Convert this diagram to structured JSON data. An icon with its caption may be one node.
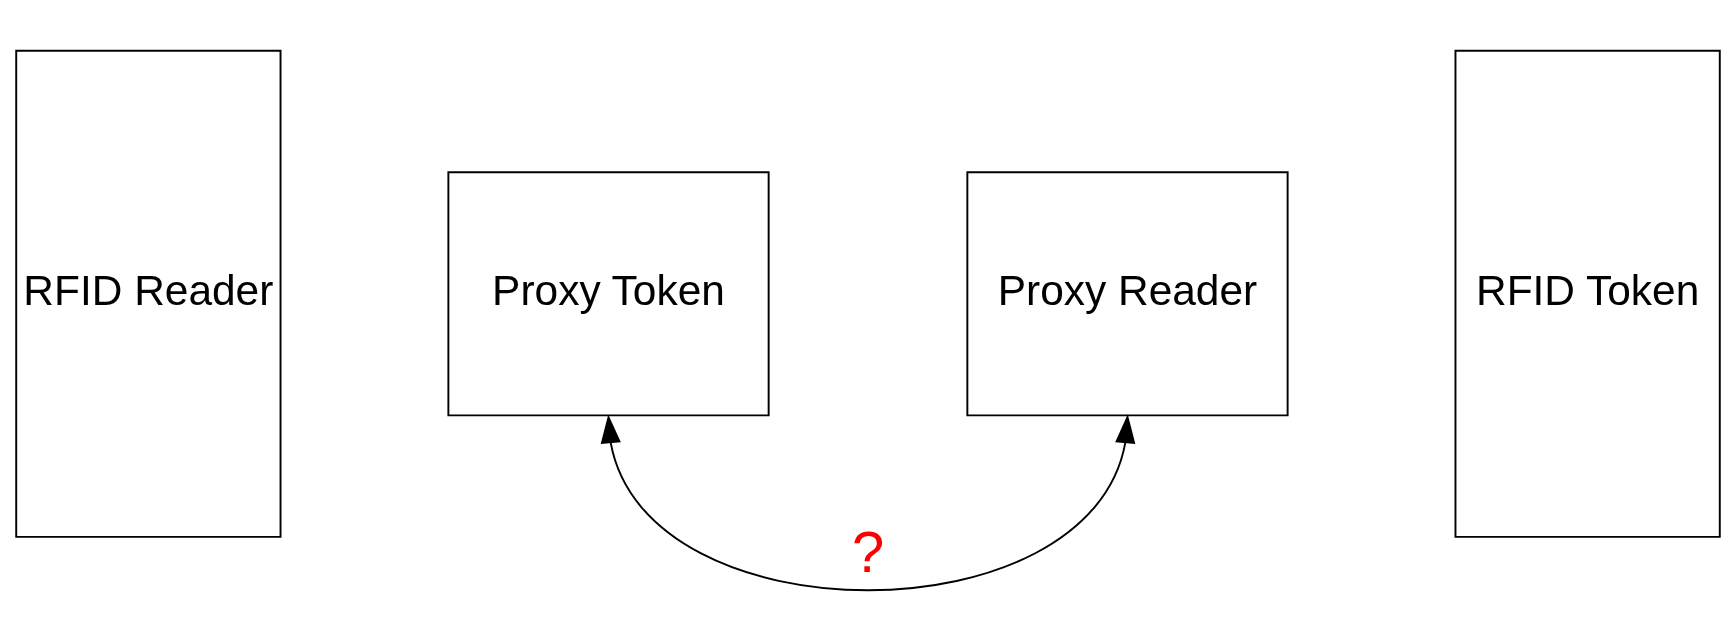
{
  "diagram": {
    "nodes": [
      {
        "text": [
          "RFID Reader"
        ]
      },
      {
        "text": [
          "Proxy Token"
        ]
      },
      {
        "text": [
          "Proxy Reader"
        ]
      },
      {
        "text": [
          "RFID Token"
        ]
      }
    ],
    "edges": [
      {
        "from": 1,
        "to": 2,
        "arrow": "both",
        "label": "?"
      }
    ]
  }
}
